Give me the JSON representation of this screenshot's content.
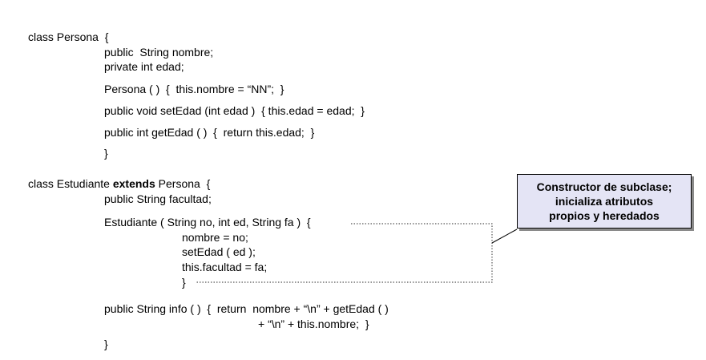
{
  "code": {
    "persona_header": "class Persona  {",
    "persona_nombre": "public  String nombre;",
    "persona_edad": "private int edad;",
    "persona_ctor": "Persona ( )  {  this.nombre = “NN”;  }",
    "persona_setedad": "public void setEdad (int edad )  { this.edad = edad;  }",
    "persona_getedad": "public int getEdad ( )  {  return this.edad;  }",
    "persona_close": "}",
    "est_header_pre": "class Estudiante ",
    "est_header_kw": "extends",
    "est_header_post": " Persona  {",
    "est_facultad": "public String facultad;",
    "est_ctor": "Estudiante ( String no, int ed, String fa )  {",
    "est_ctor_nombre": "nombre = no;",
    "est_ctor_setedad": "setEdad ( ed );",
    "est_ctor_facultad": "this.facultad = fa;",
    "est_ctor_close": "}",
    "est_info_1": "public String info ( )  {  return  nombre + “\\n” + getEdad ( )",
    "est_info_2": "+ “\\n” + this.nombre;  }",
    "est_close": "}"
  },
  "callout": {
    "line1": "Constructor de subclase;",
    "line2": "inicializa atributos",
    "line3": "propios y heredados"
  }
}
